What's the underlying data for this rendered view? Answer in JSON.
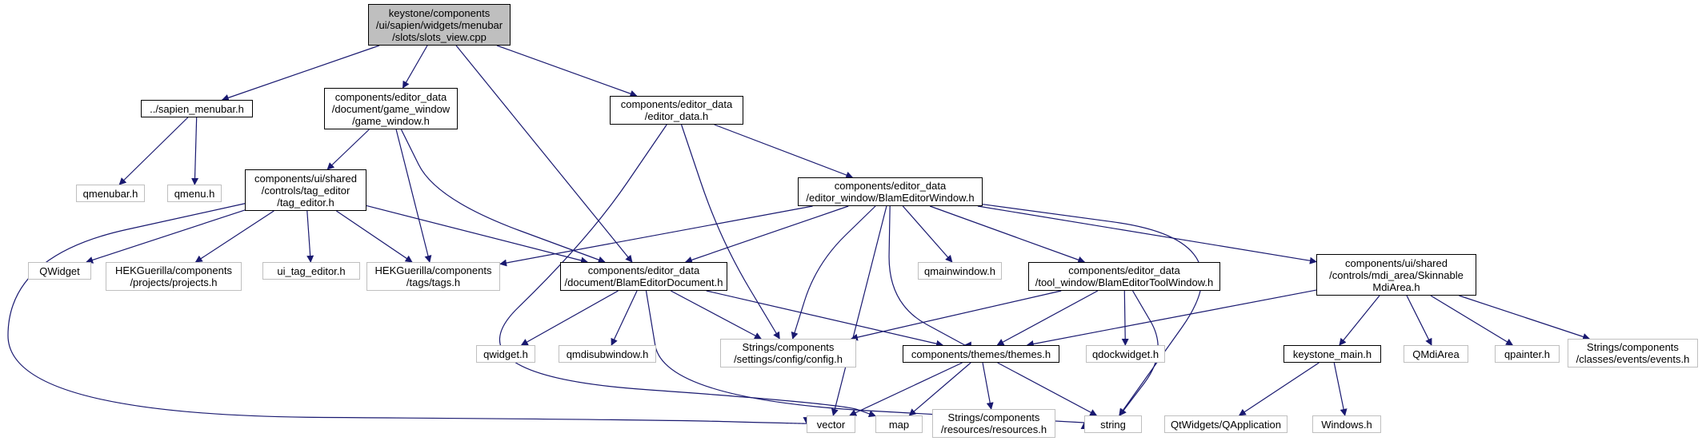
{
  "graph": {
    "edge_color": "#191970",
    "root_fill": "#bfbfbf",
    "external_border": "#bfbfbf",
    "node_border": "#000000",
    "nodes": {
      "root": [
        "keystone/components",
        "/ui/sapien/widgets/menubar",
        "/slots/slots_view.cpp"
      ],
      "sapien_menubar": [
        "../sapien_menubar.h"
      ],
      "game_window": [
        "components/editor_data",
        "/document/game_window",
        "/game_window.h"
      ],
      "editor_data": [
        "components/editor_data",
        "/editor_data.h"
      ],
      "qmenubar": [
        "qmenubar.h"
      ],
      "qmenu": [
        "qmenu.h"
      ],
      "tag_editor": [
        "components/ui/shared",
        "/controls/tag_editor",
        "/tag_editor.h"
      ],
      "blam_window": [
        "components/editor_data",
        "/editor_window/BlamEditorWindow.h"
      ],
      "qwidget": [
        "QWidget"
      ],
      "projects": [
        "HEKGuerilla/components",
        "/projects/projects.h"
      ],
      "ui_tag_editor": [
        "ui_tag_editor.h"
      ],
      "tags": [
        "HEKGuerilla/components",
        "/tags/tags.h"
      ],
      "blam_document": [
        "components/editor_data",
        "/document/BlamEditorDocument.h"
      ],
      "qmainwindow": [
        "qmainwindow.h"
      ],
      "tool_window": [
        "components/editor_data",
        "/tool_window/BlamEditorToolWindow.h"
      ],
      "mdi_area": [
        "components/ui/shared",
        "/controls/mdi_area/Skinnable",
        "MdiArea.h"
      ],
      "qwidget_h": [
        "qwidget.h"
      ],
      "qmdisubwindow": [
        "qmdisubwindow.h"
      ],
      "config": [
        "Strings/components",
        "/settings/config/config.h"
      ],
      "themes": [
        "components/themes/themes.h"
      ],
      "qdockwidget": [
        "qdockwidget.h"
      ],
      "keystone_main": [
        "keystone_main.h"
      ],
      "qmdiarea": [
        "QMdiArea"
      ],
      "qpainter": [
        "qpainter.h"
      ],
      "events": [
        "Strings/components",
        "/classes/events/events.h"
      ],
      "vector": [
        "vector"
      ],
      "map": [
        "map"
      ],
      "resources": [
        "Strings/components",
        "/resources/resources.h"
      ],
      "string": [
        "string"
      ],
      "qapplication": [
        "QtWidgets/QApplication"
      ],
      "windows": [
        "Windows.h"
      ]
    }
  }
}
